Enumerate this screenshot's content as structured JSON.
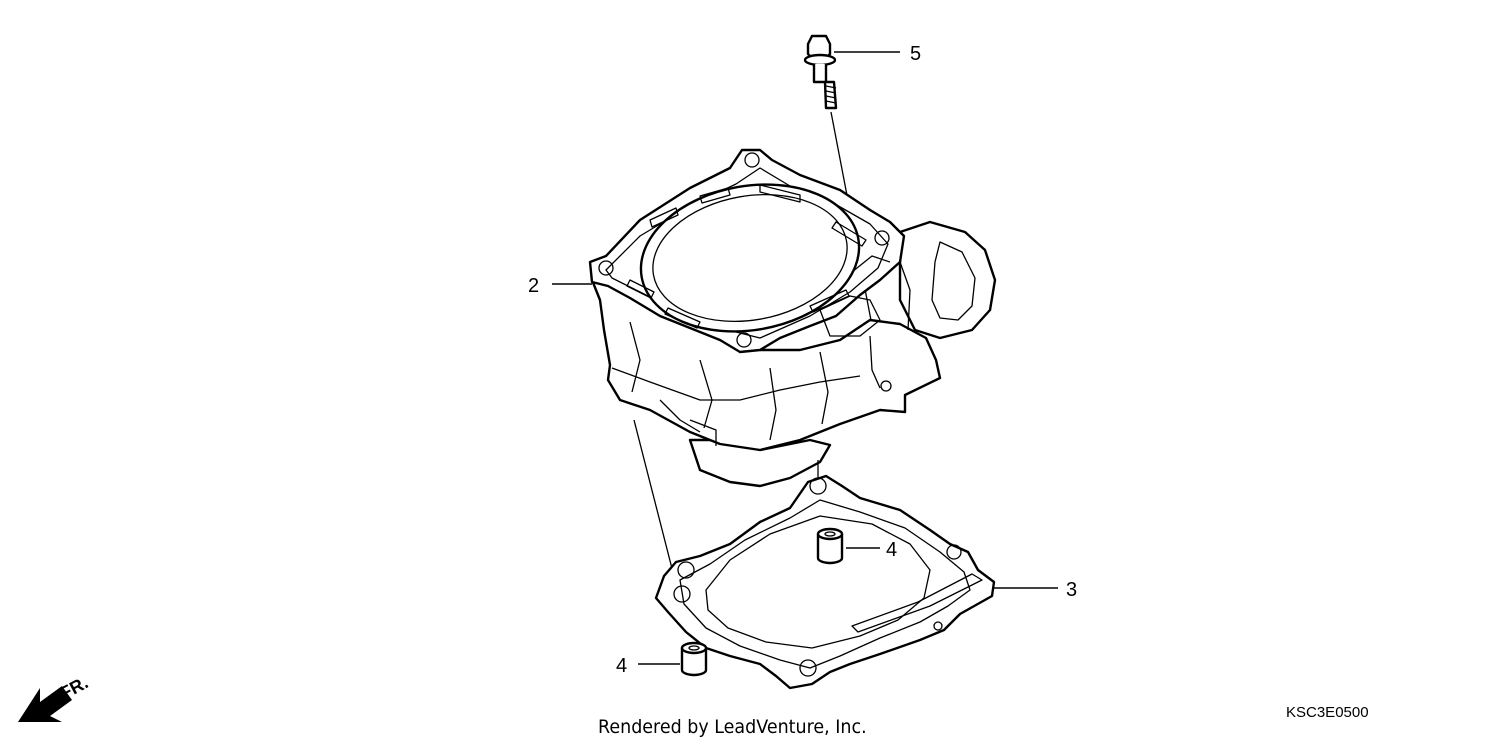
{
  "diagram": {
    "callouts": {
      "bolt": "5",
      "cylinder": "2",
      "gasket": "3",
      "dowel_upper": "4",
      "dowel_lower": "4"
    },
    "direction_label": "FR.",
    "credit": "Rendered by LeadVenture, Inc.",
    "diagram_code": "KSC3E0500"
  }
}
